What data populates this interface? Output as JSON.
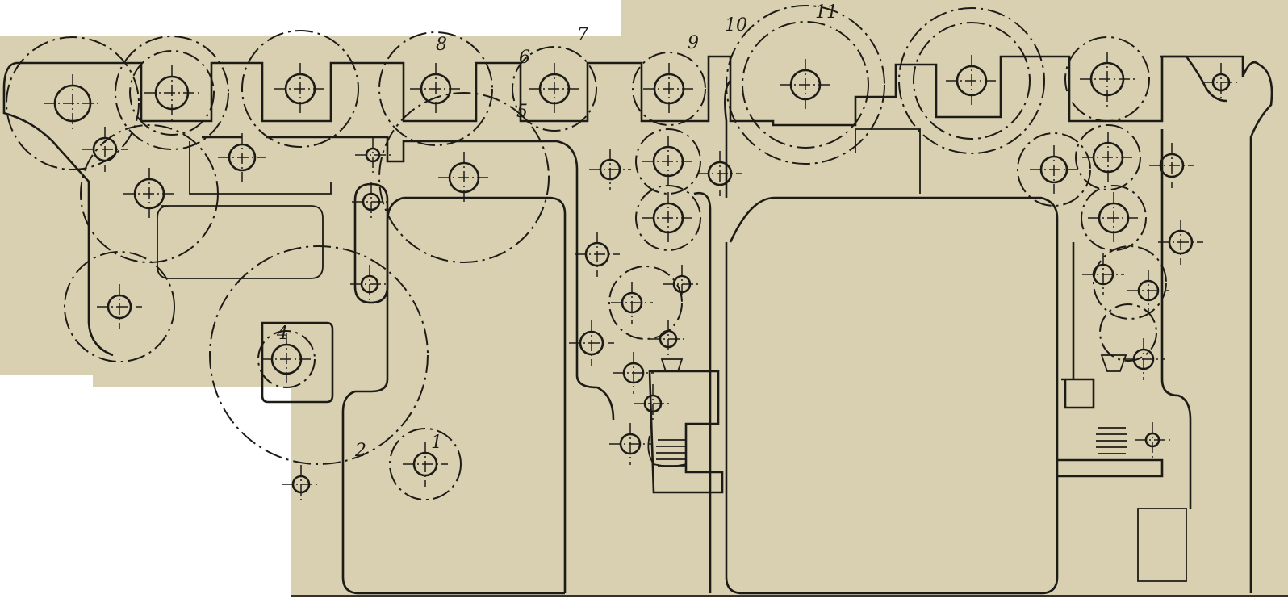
{
  "figure": {
    "type": "mechanical gear-train drawing",
    "labels": {
      "gear_1": "1",
      "gear_2": "2",
      "gear_4": "4",
      "gear_5": "5",
      "gear_6": "6",
      "gear_7": "7",
      "gear_8": "8",
      "gear_9": "9",
      "gear_10": "10",
      "gear_11": "11"
    },
    "colors": {
      "paper": "#d9d0b2",
      "ink": "#1d1b16",
      "background": "#ffffff"
    }
  }
}
